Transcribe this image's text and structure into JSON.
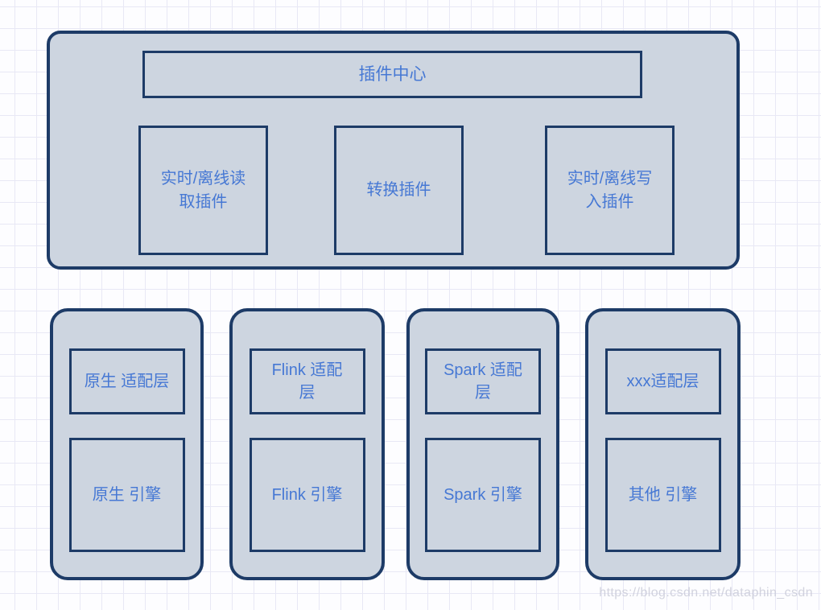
{
  "colors": {
    "bg": "#fdfdff",
    "grid": "#e8e8f5",
    "fill": "#cdd5e0",
    "border": "#1d3b67",
    "text": "#4678d4",
    "watermark": "#c4c6d4"
  },
  "plugin_center": {
    "title": "插件中心",
    "plugins": [
      {
        "label": "实时/离线读\n取插件"
      },
      {
        "label": "转换插件"
      },
      {
        "label": "实时/离线写\n入插件"
      }
    ]
  },
  "engine_columns": [
    {
      "adapter": "原生 适配层",
      "engine": "原生 引擎"
    },
    {
      "adapter": "Flink 适配\n层",
      "engine": "Flink 引擎"
    },
    {
      "adapter": "Spark 适配\n层",
      "engine": "Spark 引擎"
    },
    {
      "adapter": "xxx适配层",
      "engine": "其他 引擎"
    }
  ],
  "page": {
    "watermark": "https://blog.csdn.net/dataphin_csdn"
  }
}
